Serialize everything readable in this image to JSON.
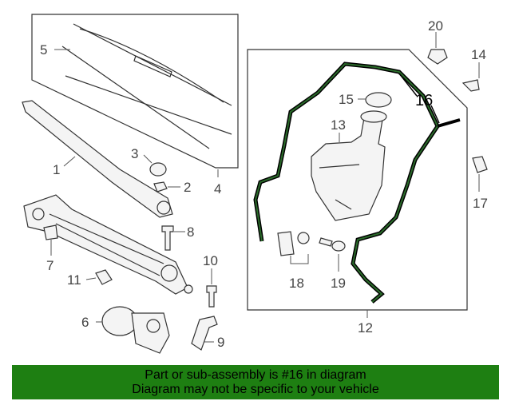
{
  "callouts": {
    "c1": "1",
    "c2": "2",
    "c3": "3",
    "c4": "4",
    "c5": "5",
    "c6": "6",
    "c7": "7",
    "c8": "8",
    "c9": "9",
    "c10": "10",
    "c11": "11",
    "c12": "12",
    "c13": "13",
    "c14": "14",
    "c15": "15",
    "c16": "16",
    "c17": "17",
    "c18": "18",
    "c19": "19",
    "c20": "20"
  },
  "highlight_part": "16",
  "colors": {
    "banner": "#1e7f12",
    "hose": "#000000",
    "hose_core": "#2a6b2a"
  },
  "banner": {
    "line1": "Part or sub-assembly is #16 in diagram",
    "line2": "Diagram may not be specific to your vehicle"
  }
}
